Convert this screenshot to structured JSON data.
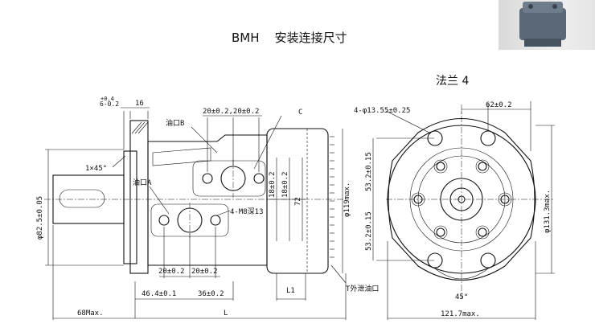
{
  "header": {
    "title": "BMH    安装连接尺寸",
    "flange_label": "法兰 4"
  },
  "side_view": {
    "dims": {
      "pilot_tol": "6-0.2",
      "pilot_tol_sup": "+0.4",
      "flange_thk": "16",
      "chamfer": "1×45°",
      "shaft_dia": "φ82.5±0.05",
      "port_spacing_top": "20±0.2,20±0.2",
      "port_b": "油口B",
      "port_a": "油口A",
      "mark_c": "C",
      "bolt_thread": "4-M8深13",
      "height_18_top": "18±0.2",
      "height_18_bot": "18±0.2",
      "height_72": "72",
      "port_spacing_bot_1": "20±0.2",
      "port_spacing_bot_2": "20±0.2",
      "len_46": "46.4±0.1",
      "len_36": "36±0.2",
      "len_l1": "L1",
      "drain": "T外泄油口",
      "body_dia": "φ119max.",
      "len_68": "68Max.",
      "len_l": "L"
    }
  },
  "front_view": {
    "dims": {
      "holes": "4-φ13.55±0.25",
      "width_62": "62±0.2",
      "h_top": "53.2±0.15",
      "h_bot": "53.2±0.15",
      "dia_131": "φ131.3max.",
      "angle": "45°",
      "width_121": "121.7max."
    }
  },
  "photo": {
    "icon": "motor-photo-icon"
  }
}
